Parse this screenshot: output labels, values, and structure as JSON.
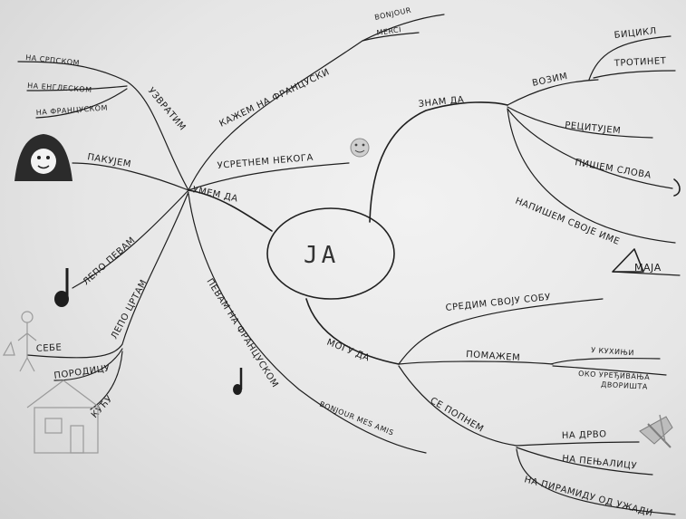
{
  "center": "ЈА",
  "nodes": {
    "znam_da": "ЗНАМ ДА",
    "vozim": "ВОЗИМ",
    "bicikl": "БИЦИКЛ",
    "trotinet": "ТРОТИНЕТ",
    "recitujem": "РЕЦИТУЈЕМ",
    "pisem_slova": "ПИШЕМ СЛОВА",
    "napisem_ime": "НАПИШЕМ СВОЈЕ ИМЕ",
    "maja": "МАЈА",
    "mogu_da": "МОГУ ДА",
    "sredim_sobu": "СРЕДИМ СВОЈУ СОБУ",
    "pomazem": "ПОМАЖЕМ",
    "u_kuhinji": "У КУХИЊИ",
    "oko_uredjivanja": "ОКО УРЕЂИВАЊА",
    "dvorista": "ДВОРИШТА",
    "se_popnem": "СЕ ПОПНЕМ",
    "na_drvo": "НА ДРВО",
    "na_penjalicu": "НА ПЕЊАЛИЦУ",
    "na_piramidu": "НА ПИРАМИДУ ОД УЖАДИ",
    "umem_da": "УМЕМ ДА",
    "kazem_francuski": "КАЖЕМ НА ФРАНЦУСКИ",
    "bonjour": "BONJOUR",
    "merci": "MERCI",
    "uzvratim": "УЗВРАТИМ",
    "na_srpskom": "НА СРПСКОМ",
    "na_engleskom": "НА ЕНГЛЕСКОМ",
    "na_francuskom": "НА ФРАНЦУСКОМ",
    "sretnem_nekoga": "УСРЕТНЕМ НЕКОГА",
    "pakujem": "ПАКУЈЕМ",
    "lepo_pevam": "ЛЕПО ПЕВАМ",
    "lepo_crtam": "ЛЕПО ЦРТАМ",
    "sebe": "СЕБЕ",
    "porodicu": "ПОРОДИЦУ",
    "kucu": "КУЋУ",
    "pevam_francuski": "ПЕВАМ НА ФРАНЦУСКОМ",
    "song": "BONJOUR MES AMIS"
  }
}
